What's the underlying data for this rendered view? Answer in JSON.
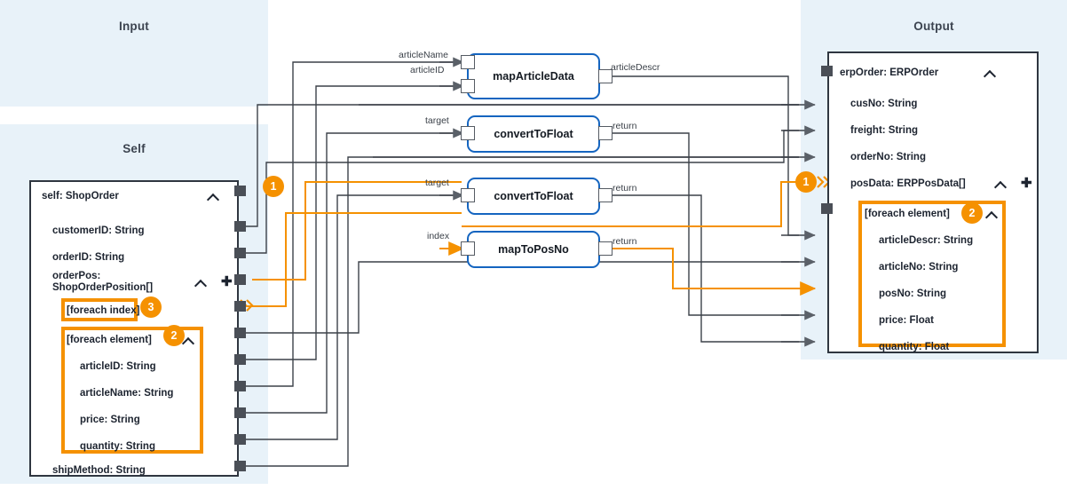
{
  "zones": {
    "input": {
      "title": "Input"
    },
    "self": {
      "title": "Self"
    },
    "output": {
      "title": "Output"
    }
  },
  "self_card": {
    "header": {
      "label": "self: ShopOrder",
      "chevron": "chevron-up-icon"
    },
    "fields": [
      {
        "label": "customerID: String"
      },
      {
        "label": "orderID: String"
      },
      {
        "label": "orderPos:\nShopOrderPosition[]",
        "chevron": "chevron-up-icon",
        "plus": "plus-icon"
      },
      {
        "label": "[foreach index]",
        "badge": "3"
      },
      {
        "label": "[foreach element]",
        "badge": "2",
        "chevron": "chevron-up-icon"
      },
      {
        "label": "articleID: String"
      },
      {
        "label": "articleName: String"
      },
      {
        "label": "price: String"
      },
      {
        "label": "quantity: String"
      },
      {
        "label": "shipMethod: String"
      }
    ],
    "array_badge": "1"
  },
  "output_card": {
    "header": {
      "label": "erpOrder: ERPOrder",
      "chevron": "chevron-up-icon"
    },
    "fields": [
      {
        "label": "cusNo: String"
      },
      {
        "label": "freight: String"
      },
      {
        "label": "orderNo: String"
      },
      {
        "label": "posData: ERPPosData[]",
        "chevron": "chevron-up-icon",
        "plus": "plus-icon",
        "badge": "1"
      },
      {
        "label": "[foreach element]",
        "badge": "2",
        "chevron": "chevron-up-icon"
      },
      {
        "label": "articleDescr: String"
      },
      {
        "label": "articleNo: String"
      },
      {
        "label": "posNo: String"
      },
      {
        "label": "price: Float"
      },
      {
        "label": "quantity: Float"
      }
    ]
  },
  "functions": [
    {
      "name": "mapArticleData",
      "inputs": [
        "articleName",
        "articleID"
      ],
      "outputs": [
        "articleDescr"
      ]
    },
    {
      "name": "convertToFloat",
      "inputs": [
        "target"
      ],
      "outputs": [
        "return"
      ]
    },
    {
      "name": "convertToFloat",
      "inputs": [
        "target"
      ],
      "outputs": [
        "return"
      ]
    },
    {
      "name": "mapToPosNo",
      "inputs": [
        "index"
      ],
      "outputs": [
        "return"
      ]
    }
  ],
  "colors": {
    "zone_bg": "#e8f2f9",
    "accent": "#f59100",
    "node_border": "#1565c0",
    "card_border": "#2f3640",
    "wire": "#7b8086",
    "wire_dark": "#3c4149"
  }
}
